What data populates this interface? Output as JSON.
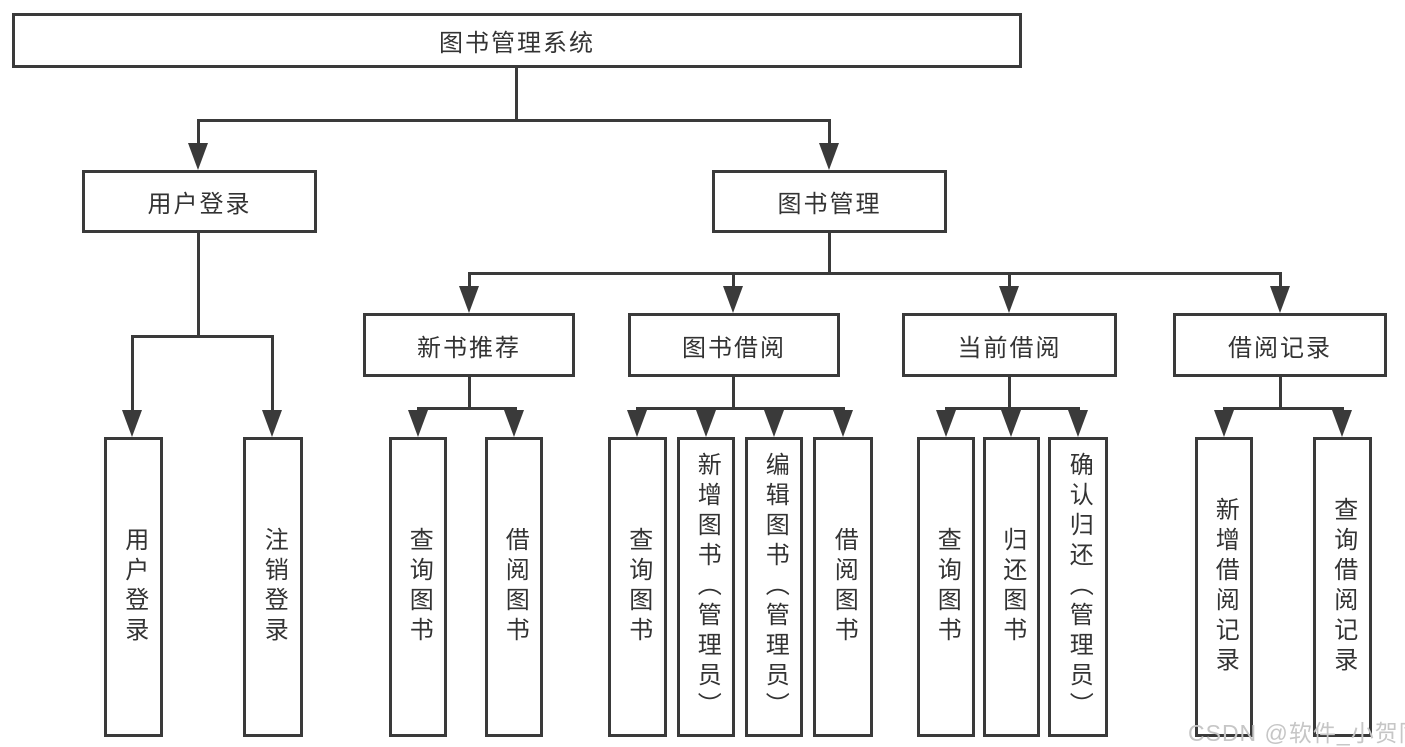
{
  "diagram": {
    "root": {
      "label": "图书管理系统"
    },
    "level1": {
      "user_login": {
        "label": "用户登录"
      },
      "book_mgmt": {
        "label": "图书管理"
      }
    },
    "level2": {
      "new_book_rec": {
        "label": "新书推荐"
      },
      "book_borrow": {
        "label": "图书借阅"
      },
      "current_borrow": {
        "label": "当前借阅"
      },
      "borrow_record": {
        "label": "借阅记录"
      }
    },
    "leaves": {
      "user_login": {
        "label": "用户登录"
      },
      "logout": {
        "label": "注销登录"
      },
      "query_book_1": {
        "label": "查询图书"
      },
      "borrow_book_1": {
        "label": "借阅图书"
      },
      "query_book_2": {
        "label": "查询图书"
      },
      "add_book": {
        "label": "新增图书（管理员）"
      },
      "edit_book": {
        "label": "编辑图书（管理员）"
      },
      "borrow_book_2": {
        "label": "借阅图书"
      },
      "query_book_3": {
        "label": "查询图书"
      },
      "return_book": {
        "label": "归还图书"
      },
      "confirm_return": {
        "label": "确认归还（管理员）"
      },
      "add_record": {
        "label": "新增借阅记录"
      },
      "query_record": {
        "label": "查询借阅记录"
      }
    },
    "colors": {
      "line": "#3a3a3a",
      "text": "#333333",
      "background": "#ffffff",
      "watermark": "#c6c6c6"
    },
    "watermark": {
      "text": "CSDN @软件_小贺同学"
    }
  }
}
